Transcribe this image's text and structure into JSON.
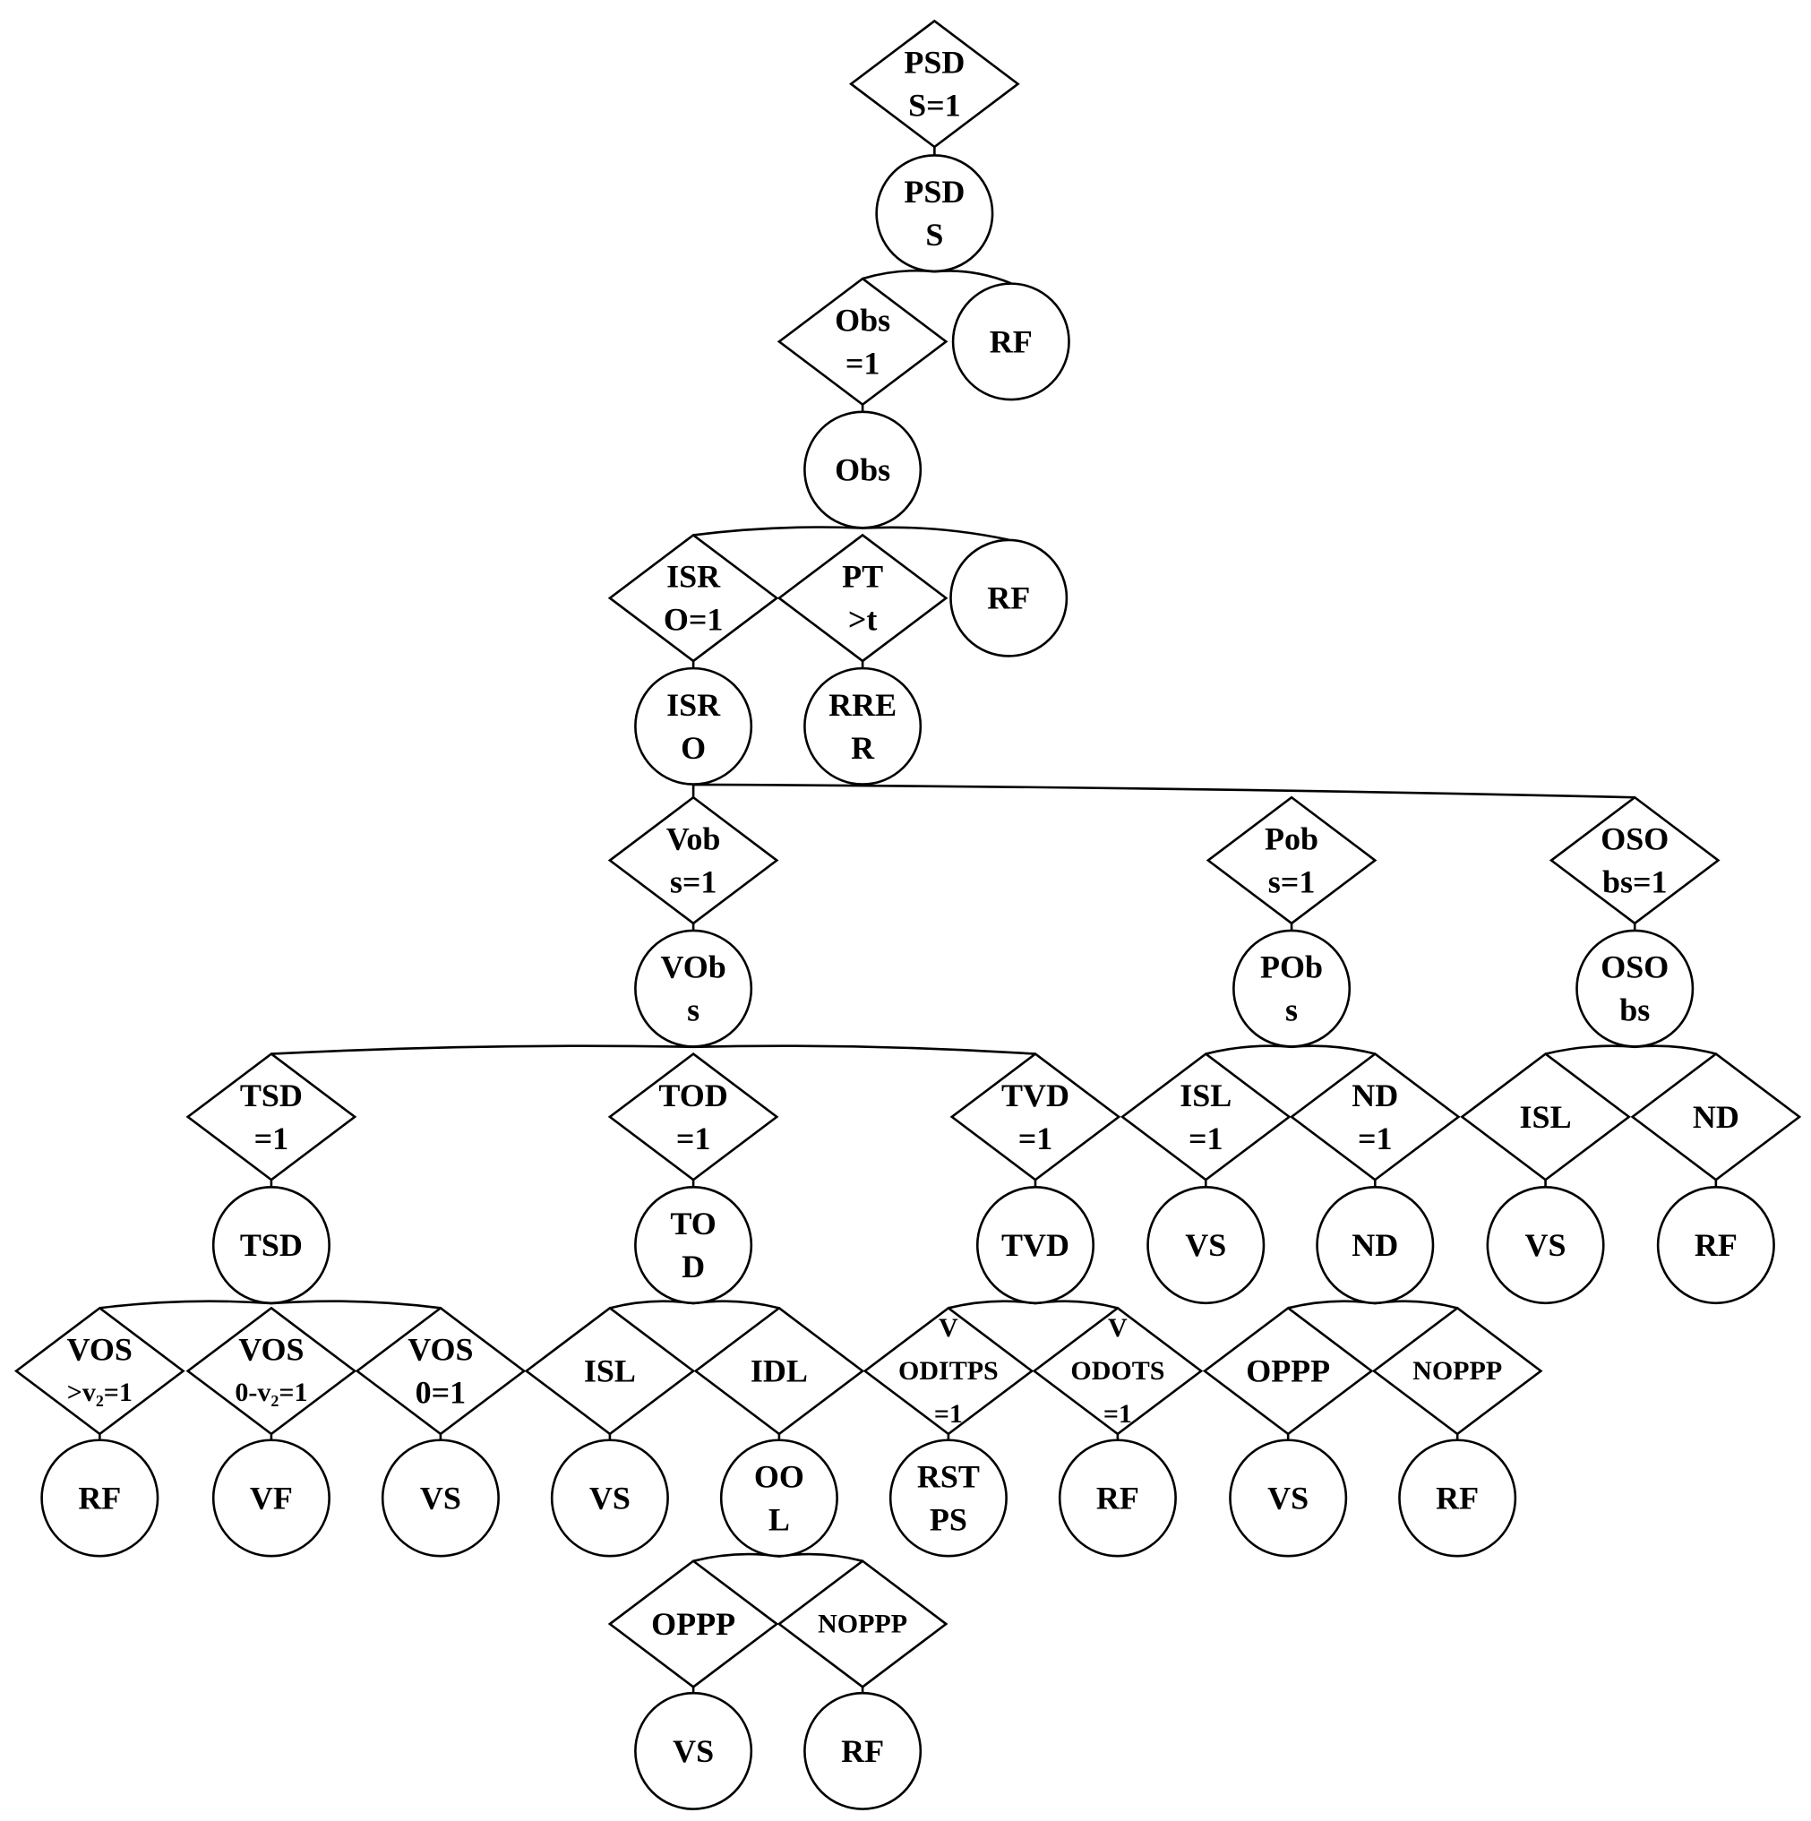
{
  "colors": {
    "stroke": "#000000",
    "fill": "#ffffff"
  },
  "nodes": [
    {
      "id": "d_psds",
      "shape": "diamond",
      "lines": [
        "PSD",
        "S=1"
      ]
    },
    {
      "id": "c_psds",
      "shape": "circle",
      "lines": [
        "PSD",
        "S"
      ]
    },
    {
      "id": "d_obs",
      "shape": "diamond",
      "lines": [
        "Obs",
        "=1"
      ]
    },
    {
      "id": "c_rf1",
      "shape": "circle",
      "lines": [
        "RF"
      ]
    },
    {
      "id": "c_obs",
      "shape": "circle",
      "lines": [
        "Obs"
      ]
    },
    {
      "id": "d_isro",
      "shape": "diamond",
      "lines": [
        "ISR",
        "O=1"
      ]
    },
    {
      "id": "d_pt",
      "shape": "diamond",
      "lines": [
        "PT",
        ">t"
      ]
    },
    {
      "id": "c_rf2",
      "shape": "circle",
      "lines": [
        "RF"
      ]
    },
    {
      "id": "c_isro",
      "shape": "circle",
      "lines": [
        "ISR",
        "O"
      ]
    },
    {
      "id": "c_rrer",
      "shape": "circle",
      "lines": [
        "RRE",
        "R"
      ]
    },
    {
      "id": "d_vobs",
      "shape": "diamond",
      "lines": [
        "Vob",
        "s=1"
      ]
    },
    {
      "id": "d_pobs",
      "shape": "diamond",
      "lines": [
        "Pob",
        "s=1"
      ]
    },
    {
      "id": "d_osobs",
      "shape": "diamond",
      "lines": [
        "OSO",
        "bs=1"
      ]
    },
    {
      "id": "c_vobs",
      "shape": "circle",
      "lines": [
        "VOb",
        "s"
      ]
    },
    {
      "id": "c_pobs",
      "shape": "circle",
      "lines": [
        "POb",
        "s"
      ]
    },
    {
      "id": "c_osobs",
      "shape": "circle",
      "lines": [
        "OSO",
        "bs"
      ]
    },
    {
      "id": "d_tsd",
      "shape": "diamond",
      "lines": [
        "TSD",
        "=1"
      ]
    },
    {
      "id": "d_tod",
      "shape": "diamond",
      "lines": [
        "TOD",
        "=1"
      ]
    },
    {
      "id": "d_tvd",
      "shape": "diamond",
      "lines": [
        "TVD",
        "=1"
      ]
    },
    {
      "id": "d_isl1",
      "shape": "diamond",
      "lines": [
        "ISL",
        "=1"
      ]
    },
    {
      "id": "d_nd1",
      "shape": "diamond",
      "lines": [
        "ND",
        "=1"
      ]
    },
    {
      "id": "d_isl2",
      "shape": "diamond",
      "lines": [
        "ISL"
      ]
    },
    {
      "id": "d_nd2",
      "shape": "diamond",
      "lines": [
        "ND"
      ]
    },
    {
      "id": "c_tsd",
      "shape": "circle",
      "lines": [
        "TSD"
      ]
    },
    {
      "id": "c_tod",
      "shape": "circle",
      "lines": [
        "TO",
        "D"
      ]
    },
    {
      "id": "c_tvd",
      "shape": "circle",
      "lines": [
        "TVD"
      ]
    },
    {
      "id": "c_vs1",
      "shape": "circle",
      "lines": [
        "VS"
      ]
    },
    {
      "id": "c_nd",
      "shape": "circle",
      "lines": [
        "ND"
      ]
    },
    {
      "id": "c_vs2",
      "shape": "circle",
      "lines": [
        "VS"
      ]
    },
    {
      "id": "c_rf3",
      "shape": "circle",
      "lines": [
        "RF"
      ]
    },
    {
      "id": "d_vos_gt",
      "shape": "diamond",
      "lines": [
        "VOS",
        ">v₂=1"
      ]
    },
    {
      "id": "d_vos_mid",
      "shape": "diamond",
      "lines": [
        "VOS",
        "0-v₂=1"
      ]
    },
    {
      "id": "d_vos_0",
      "shape": "diamond",
      "lines": [
        "VOS",
        "0=1"
      ]
    },
    {
      "id": "d_isl3",
      "shape": "diamond",
      "lines": [
        "ISL"
      ]
    },
    {
      "id": "d_idl",
      "shape": "diamond",
      "lines": [
        "IDL"
      ]
    },
    {
      "id": "d_voditps",
      "shape": "diamond",
      "lines": [
        "V",
        "ODITPS",
        "=1"
      ]
    },
    {
      "id": "d_vodots",
      "shape": "diamond",
      "lines": [
        "V",
        "ODOTS",
        "=1"
      ]
    },
    {
      "id": "d_oppp1",
      "shape": "diamond",
      "lines": [
        "OPPP"
      ]
    },
    {
      "id": "d_noppp1",
      "shape": "diamond",
      "lines": [
        "NOPPP"
      ]
    },
    {
      "id": "c_rf4",
      "shape": "circle",
      "lines": [
        "RF"
      ]
    },
    {
      "id": "c_vf",
      "shape": "circle",
      "lines": [
        "VF"
      ]
    },
    {
      "id": "c_vs3",
      "shape": "circle",
      "lines": [
        "VS"
      ]
    },
    {
      "id": "c_vs4",
      "shape": "circle",
      "lines": [
        "VS"
      ]
    },
    {
      "id": "c_ool",
      "shape": "circle",
      "lines": [
        "OO",
        "L"
      ]
    },
    {
      "id": "c_rstps",
      "shape": "circle",
      "lines": [
        "RST",
        "PS"
      ]
    },
    {
      "id": "c_rf5",
      "shape": "circle",
      "lines": [
        "RF"
      ]
    },
    {
      "id": "c_vs5",
      "shape": "circle",
      "lines": [
        "VS"
      ]
    },
    {
      "id": "c_rf6",
      "shape": "circle",
      "lines": [
        "RF"
      ]
    },
    {
      "id": "d_oppp2",
      "shape": "diamond",
      "lines": [
        "OPPP"
      ]
    },
    {
      "id": "d_noppp2",
      "shape": "diamond",
      "lines": [
        "NOPPP"
      ]
    },
    {
      "id": "c_vs6",
      "shape": "circle",
      "lines": [
        "VS"
      ]
    },
    {
      "id": "c_rf7",
      "shape": "circle",
      "lines": [
        "RF"
      ]
    }
  ],
  "edges": [
    [
      "d_psds",
      "c_psds"
    ],
    [
      "c_psds",
      "d_obs"
    ],
    [
      "c_psds",
      "c_rf1"
    ],
    [
      "d_obs",
      "c_obs"
    ],
    [
      "c_obs",
      "d_isro"
    ],
    [
      "c_obs",
      "d_pt"
    ],
    [
      "c_obs",
      "c_rf2"
    ],
    [
      "d_isro",
      "c_isro"
    ],
    [
      "d_pt",
      "c_rrer"
    ],
    [
      "c_isro",
      "d_vobs"
    ],
    [
      "c_isro",
      "d_pobs"
    ],
    [
      "c_isro",
      "d_osobs"
    ],
    [
      "d_vobs",
      "c_vobs"
    ],
    [
      "d_pobs",
      "c_pobs"
    ],
    [
      "d_osobs",
      "c_osobs"
    ],
    [
      "c_vobs",
      "d_tsd"
    ],
    [
      "c_vobs",
      "d_tod"
    ],
    [
      "c_vobs",
      "d_tvd"
    ],
    [
      "c_pobs",
      "d_isl1"
    ],
    [
      "c_pobs",
      "d_nd1"
    ],
    [
      "c_osobs",
      "d_isl2"
    ],
    [
      "c_osobs",
      "d_nd2"
    ],
    [
      "d_tsd",
      "c_tsd"
    ],
    [
      "d_tod",
      "c_tod"
    ],
    [
      "d_tvd",
      "c_tvd"
    ],
    [
      "d_isl1",
      "c_vs1"
    ],
    [
      "d_nd1",
      "c_nd"
    ],
    [
      "d_isl2",
      "c_vs2"
    ],
    [
      "d_nd2",
      "c_rf3"
    ],
    [
      "c_tsd",
      "d_vos_gt"
    ],
    [
      "c_tsd",
      "d_vos_mid"
    ],
    [
      "c_tsd",
      "d_vos_0"
    ],
    [
      "c_tod",
      "d_isl3"
    ],
    [
      "c_tod",
      "d_idl"
    ],
    [
      "c_tvd",
      "d_voditps"
    ],
    [
      "c_tvd",
      "d_vodots"
    ],
    [
      "c_nd",
      "d_oppp1"
    ],
    [
      "c_nd",
      "d_noppp1"
    ],
    [
      "d_vos_gt",
      "c_rf4"
    ],
    [
      "d_vos_mid",
      "c_vf"
    ],
    [
      "d_vos_0",
      "c_vs3"
    ],
    [
      "d_isl3",
      "c_vs4"
    ],
    [
      "d_idl",
      "c_ool"
    ],
    [
      "d_voditps",
      "c_rstps"
    ],
    [
      "d_vodots",
      "c_rf5"
    ],
    [
      "d_oppp1",
      "c_vs5"
    ],
    [
      "d_noppp1",
      "c_rf6"
    ],
    [
      "c_ool",
      "d_oppp2"
    ],
    [
      "c_ool",
      "d_noppp2"
    ],
    [
      "d_oppp2",
      "c_vs6"
    ],
    [
      "d_noppp2",
      "c_rf7"
    ]
  ]
}
